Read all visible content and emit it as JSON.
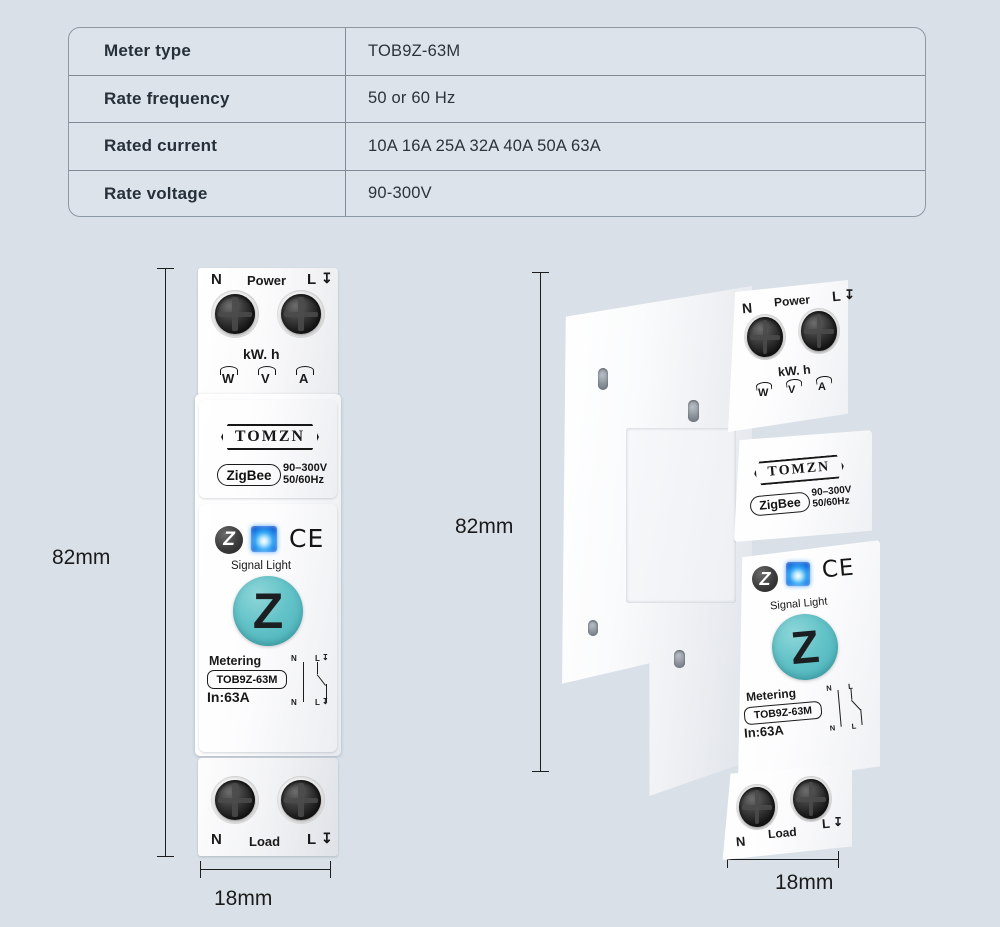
{
  "background_color": "#d9e0e8",
  "spec_table": {
    "rows": [
      {
        "key": "Meter type",
        "value": "TOB9Z-63M"
      },
      {
        "key": "Rate frequency",
        "value": "50 or 60 Hz"
      },
      {
        "key": "Rated current",
        "value": "10A 16A 25A 32A 40A 50A 63A"
      },
      {
        "key": "Rate voltage",
        "value": "90-300V"
      }
    ]
  },
  "dimensions": {
    "left_height": "82mm",
    "left_width": "18mm",
    "right_height": "82mm",
    "right_width": "18mm"
  },
  "device": {
    "brand": "TOMZN",
    "protocol": "ZigBee",
    "voltage_line1": "90–300V",
    "voltage_line2": "50/60Hz",
    "top_terminal_left": "N",
    "top_terminal_center": "Power",
    "top_terminal_right": "L",
    "unit_label": "kW. h",
    "measure_w": "W",
    "measure_v": "V",
    "measure_a": "A",
    "zigbee_logo_letter": "Z",
    "ce_mark": "CE",
    "signal_light": "Signal Light",
    "button_letter": "Z",
    "metering": "Metering",
    "model": "TOB9Z-63M",
    "rated_in": "In:63A",
    "bottom_terminal_left": "N",
    "bottom_terminal_center": "Load",
    "bottom_terminal_right": "L",
    "wiring_top_n": "N",
    "wiring_top_l": "L",
    "wiring_bottom_n": "N",
    "wiring_bottom_l": "L",
    "accent_color": "#57bcc1",
    "led_color": "#34a6f5"
  }
}
